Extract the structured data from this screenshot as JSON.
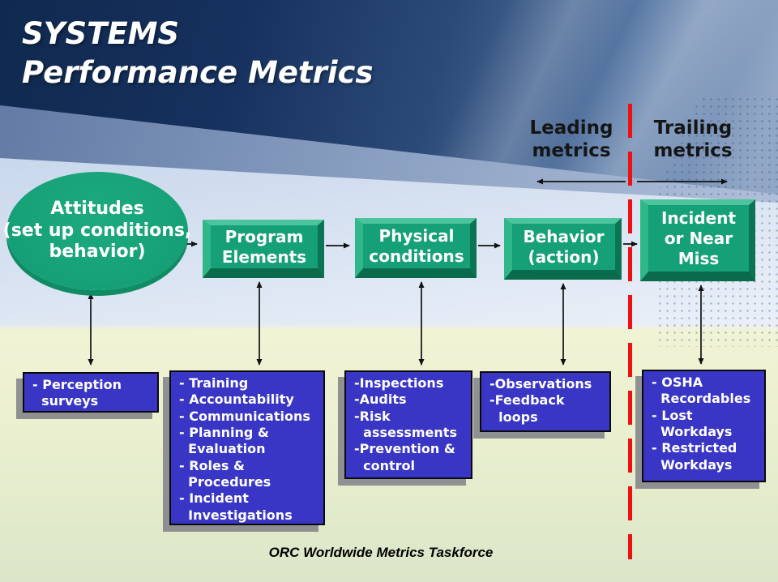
{
  "slide": {
    "title_line1": "SYSTEMS",
    "title_line2": "Performance Metrics",
    "caption": "ORC Worldwide Metrics Taskforce"
  },
  "metric_labels": {
    "leading": "Leading\nmetrics",
    "trailing": "Trailing\nmetrics"
  },
  "flow": {
    "attitudes": "Attitudes\n(set up conditions,\nbehavior)",
    "program": "Program\nElements",
    "physical": "Physical\nconditions",
    "behavior": "Behavior\n(action)",
    "incident": "Incident\nor Near\nMiss"
  },
  "detail_boxes": {
    "perception": "- Perception\n  surveys",
    "program_elements": "- Training\n- Accountability\n- Communications\n- Planning &\n  Evaluation\n- Roles &\n  Procedures\n- Incident\n  Investigations",
    "physical_conditions": "-Inspections\n-Audits\n-Risk\n  assessments\n-Prevention &\n  control",
    "behavior_action": "-Observations\n-Feedback\n  loops",
    "trailing_outcomes": "- OSHA\n  Recordables\n- Lost\n  Workdays\n- Restricted\n  Workdays"
  },
  "colors": {
    "header_navy": "#16315e",
    "green_shape": "#16a077",
    "green_bevel_light": "#4cc49c",
    "green_bevel_dark": "#0b7553",
    "blue_box": "#3936c6",
    "red_divider": "#ee1111",
    "bottom_band": "#e9efcf",
    "text_on_shapes": "#ffffff"
  }
}
